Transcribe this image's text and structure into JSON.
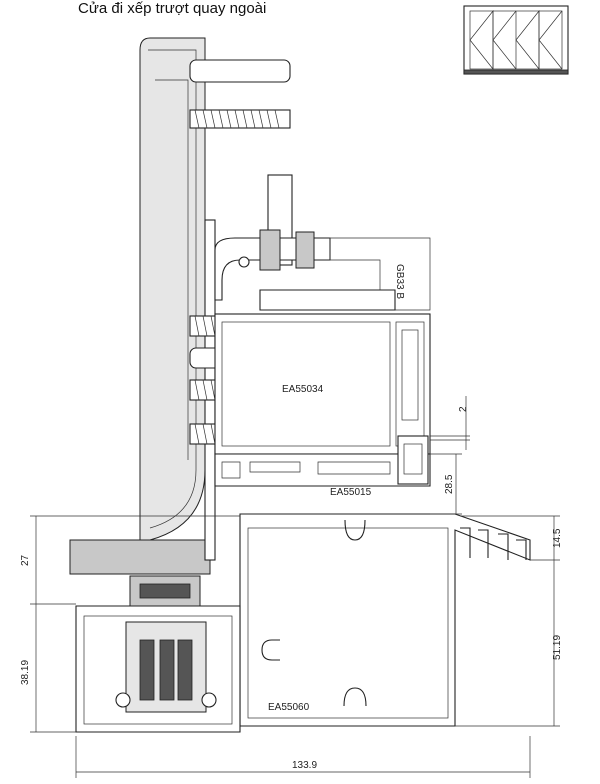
{
  "title": "Cửa đi xếp trượt quay ngoài",
  "profiles": {
    "sash_top": "EA55034",
    "sash_bottom": "EA55015",
    "frame": "EA55060",
    "gasket": "GB33 B"
  },
  "dimensions": {
    "gap": "2",
    "sash_height": "28.5",
    "frame_lip": "14.5",
    "frame_height": "51.19",
    "upper_left": "27",
    "lower_left": "38.19",
    "overall_width": "133.9"
  },
  "colors": {
    "line": "#222222",
    "fill_grey": "#c8c8c8",
    "fill_light": "#e6e6e6"
  }
}
